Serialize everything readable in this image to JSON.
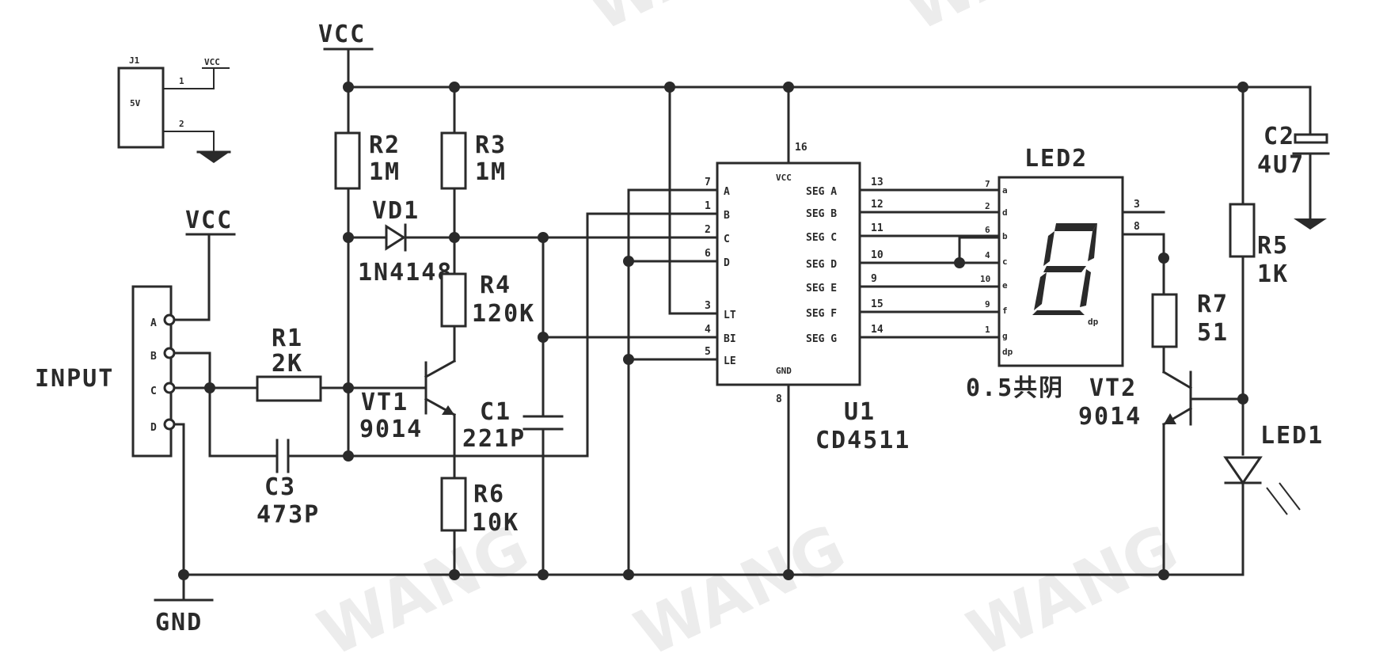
{
  "watermark": "WANG",
  "power": {
    "vcc_label": "VCC",
    "gnd_label": "GND"
  },
  "j1": {
    "ref": "J1",
    "body_text": "5V",
    "pin1": "1",
    "pin2": "2",
    "net": "VCC"
  },
  "input_connector": {
    "label": "INPUT",
    "pins": [
      "A",
      "B",
      "C",
      "D"
    ],
    "net": "VCC"
  },
  "resistors": [
    {
      "ref": "R1",
      "value": "2K"
    },
    {
      "ref": "R2",
      "value": "1M"
    },
    {
      "ref": "R3",
      "value": "1M"
    },
    {
      "ref": "R4",
      "value": "120K"
    },
    {
      "ref": "R5",
      "value": "1K"
    },
    {
      "ref": "R6",
      "value": "10K"
    },
    {
      "ref": "R7",
      "value": "51"
    }
  ],
  "capacitors": [
    {
      "ref": "C1",
      "value": "221P"
    },
    {
      "ref": "C2",
      "value": "4U7"
    },
    {
      "ref": "C3",
      "value": "473P"
    }
  ],
  "diodes": [
    {
      "ref": "VD1",
      "value": "1N4148"
    },
    {
      "ref": "LED1",
      "value": ""
    }
  ],
  "transistors": [
    {
      "ref": "VT1",
      "value": "9014"
    },
    {
      "ref": "VT2",
      "value": "9014"
    }
  ],
  "u1": {
    "ref": "U1",
    "part": "CD4511",
    "vcc_pin": "16",
    "gnd_pin": "8",
    "vcc_label": "VCC",
    "gnd_label": "GND",
    "left_pins": [
      {
        "num": "7",
        "name": "A"
      },
      {
        "num": "1",
        "name": "B"
      },
      {
        "num": "2",
        "name": "C"
      },
      {
        "num": "6",
        "name": "D"
      },
      {
        "num": "3",
        "name": "LT"
      },
      {
        "num": "4",
        "name": "BI"
      },
      {
        "num": "5",
        "name": "LE"
      }
    ],
    "right_pins": [
      {
        "num": "13",
        "name": "SEG A"
      },
      {
        "num": "12",
        "name": "SEG B"
      },
      {
        "num": "11",
        "name": "SEG C"
      },
      {
        "num": "10",
        "name": "SEG D"
      },
      {
        "num": "9",
        "name": "SEG E"
      },
      {
        "num": "15",
        "name": "SEG F"
      },
      {
        "num": "14",
        "name": "SEG G"
      }
    ]
  },
  "led2": {
    "ref": "LED2",
    "note": "0.5共阴",
    "left_pins": [
      {
        "num": "7",
        "name": "a"
      },
      {
        "num": "2",
        "name": "d"
      },
      {
        "num": "6",
        "name": "b"
      },
      {
        "num": "4",
        "name": "c"
      },
      {
        "num": "10",
        "name": "e"
      },
      {
        "num": "9",
        "name": "f"
      },
      {
        "num": "1",
        "name": "g"
      },
      {
        "num": "",
        "name": "dp"
      }
    ],
    "right_pins": [
      "3",
      "8"
    ],
    "dp_label": "dp"
  }
}
